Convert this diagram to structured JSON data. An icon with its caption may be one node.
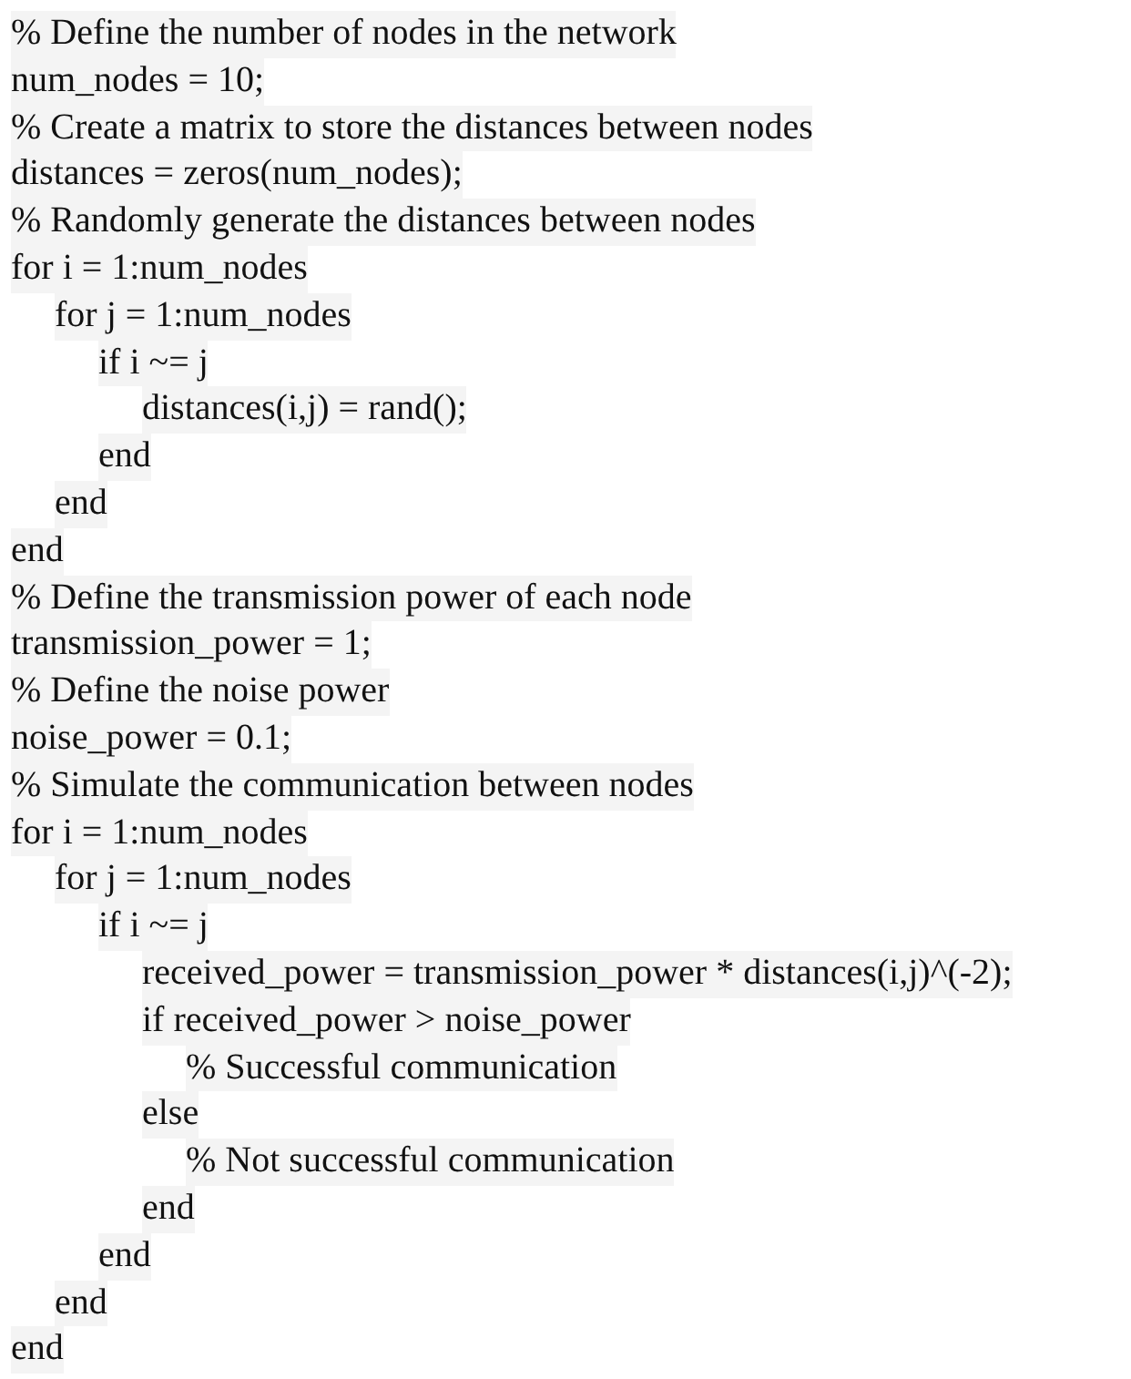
{
  "diagram": {
    "labels": [
      "% Define the number of nodes in the network",
      "num_nodes = 10;",
      "% Create a matrix to store the distances between nodes",
      "distances = zeros(num_nodes);",
      "% Randomly generate the distances between nodes",
      "for i = 1:num_nodes",
      "for j = 1:num_nodes",
      "if i ~= j",
      "distances(i,j) = rand();",
      "end",
      "end",
      "end",
      "% Define the transmission power of each node",
      "transmission_power = 1;",
      "% Define the noise power",
      "noise_power = 0.1;",
      "% Simulate the communication between nodes",
      "for i = 1:num_nodes",
      "for j = 1:num_nodes",
      "if i ~= j",
      "received_power = transmission_power * distances(i,j)^(-2);",
      "if received_power > noise_power",
      "% Successful communication",
      "else",
      "% Not successful communication",
      "end",
      "end",
      "end",
      "end"
    ]
  }
}
